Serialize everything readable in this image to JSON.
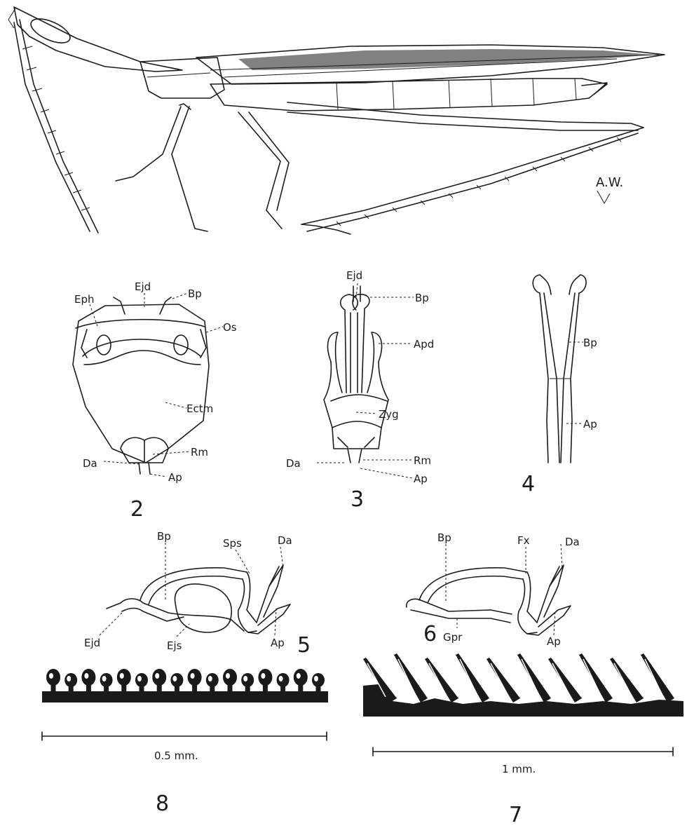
{
  "signature": "A.W.",
  "figures": {
    "fig2": {
      "number": "2",
      "labels": {
        "ejd": "Ejd",
        "bp": "Bp",
        "eph": "Eph",
        "os": "Os",
        "ectm": "Ectm",
        "rm": "Rm",
        "da": "Da",
        "ap": "Ap"
      }
    },
    "fig3": {
      "number": "3",
      "labels": {
        "ejd": "Ejd",
        "bp": "Bp",
        "apd": "Apd",
        "zyg": "Zyg",
        "da": "Da",
        "rm": "Rm",
        "ap": "Ap"
      }
    },
    "fig4": {
      "number": "4",
      "labels": {
        "bp": "Bp",
        "ap": "Ap"
      }
    },
    "fig5": {
      "number": "5",
      "labels": {
        "bp": "Bp",
        "sps": "Sps",
        "da": "Da",
        "ejd": "Ejd",
        "ejs": "Ejs",
        "ap": "Ap"
      }
    },
    "fig6": {
      "number": "6",
      "labels": {
        "bp": "Bp",
        "fx": "Fx",
        "da": "Da",
        "gpr": "Gpr",
        "ap": "Ap"
      }
    },
    "fig7": {
      "number": "7",
      "scale": "1 mm."
    },
    "fig8": {
      "number": "8",
      "scale": "0.5 mm."
    }
  },
  "colors": {
    "ink": "#1c1c1c",
    "paper": "#ffffff"
  }
}
